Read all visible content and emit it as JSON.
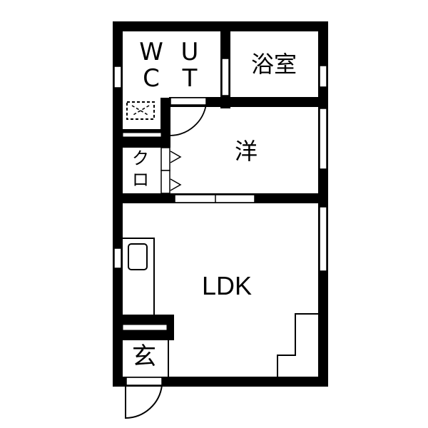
{
  "floorplan": {
    "rooms": {
      "wc_w": "W",
      "wc_u": "U",
      "wc_c": "C",
      "wc_t": "T",
      "bath": "浴室",
      "western": "洋",
      "closet_1": "ク",
      "closet_2": "ロ",
      "ldk": "LDK",
      "entrance": "玄"
    },
    "colors": {
      "wall": "#000000",
      "background": "#ffffff"
    }
  }
}
